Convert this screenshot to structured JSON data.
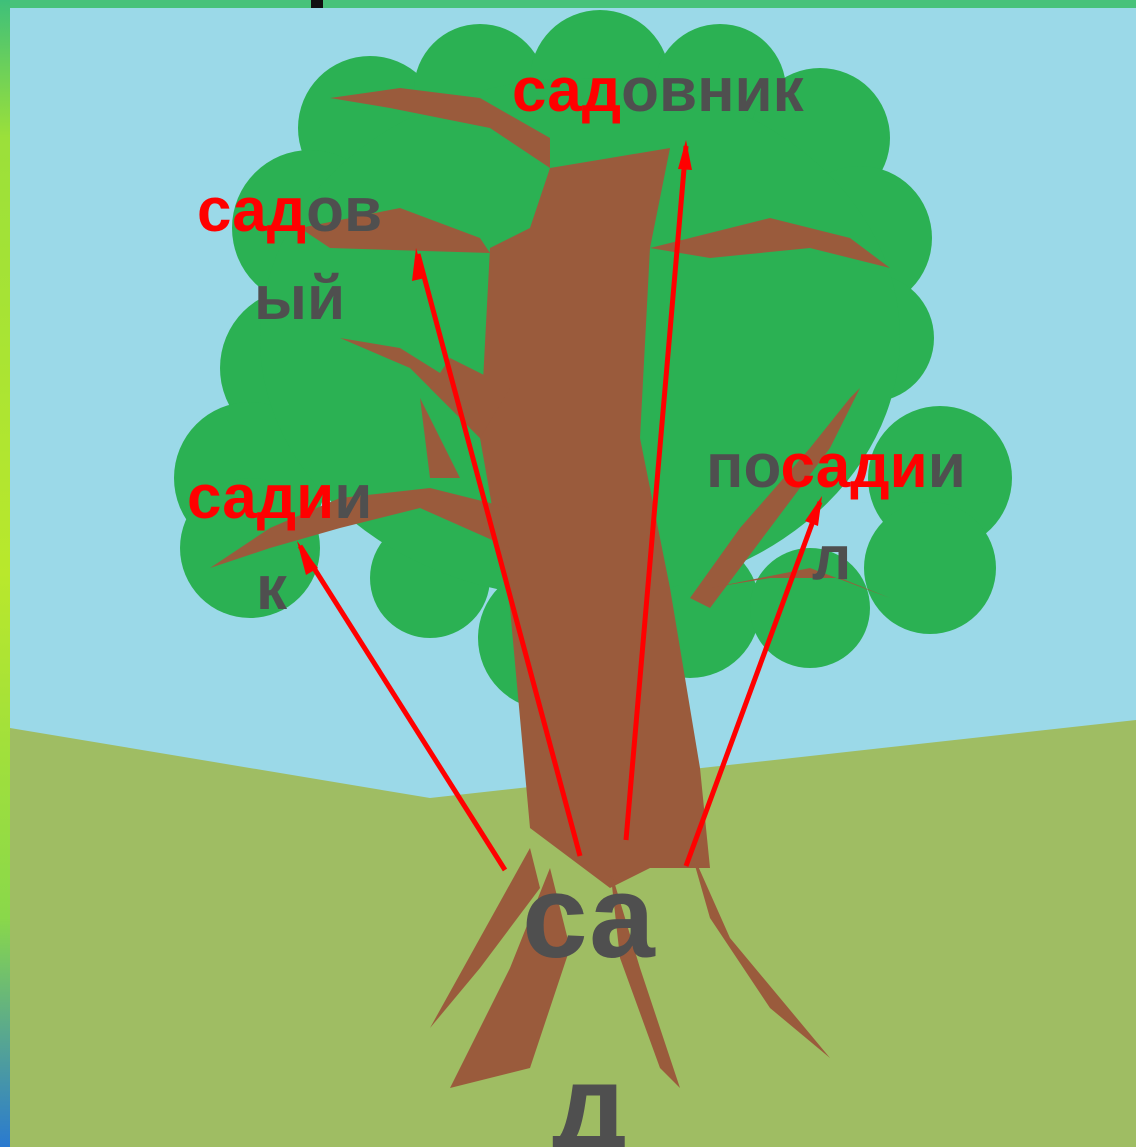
{
  "diagram": {
    "root_word": {
      "line1": "са",
      "line2": "д"
    },
    "words": {
      "sadovnik": {
        "root": "сад",
        "rest": "овник"
      },
      "sadovy": {
        "root": "сад",
        "rest": "ов",
        "line2": "ый"
      },
      "sadik": {
        "root": "сади",
        "rest": "и",
        "line2": "к"
      },
      "posadil": {
        "prefix": "по",
        "root": "сади",
        "rest": "и",
        "line2": "л"
      }
    },
    "colors": {
      "sky": "#9bd9e8",
      "ground": "#9fbd63",
      "foliage": "#2bb153",
      "trunk": "#9a5b3c",
      "arrow": "#ff0000",
      "text": "#4f4f4f",
      "highlight": "#ff0000"
    }
  }
}
